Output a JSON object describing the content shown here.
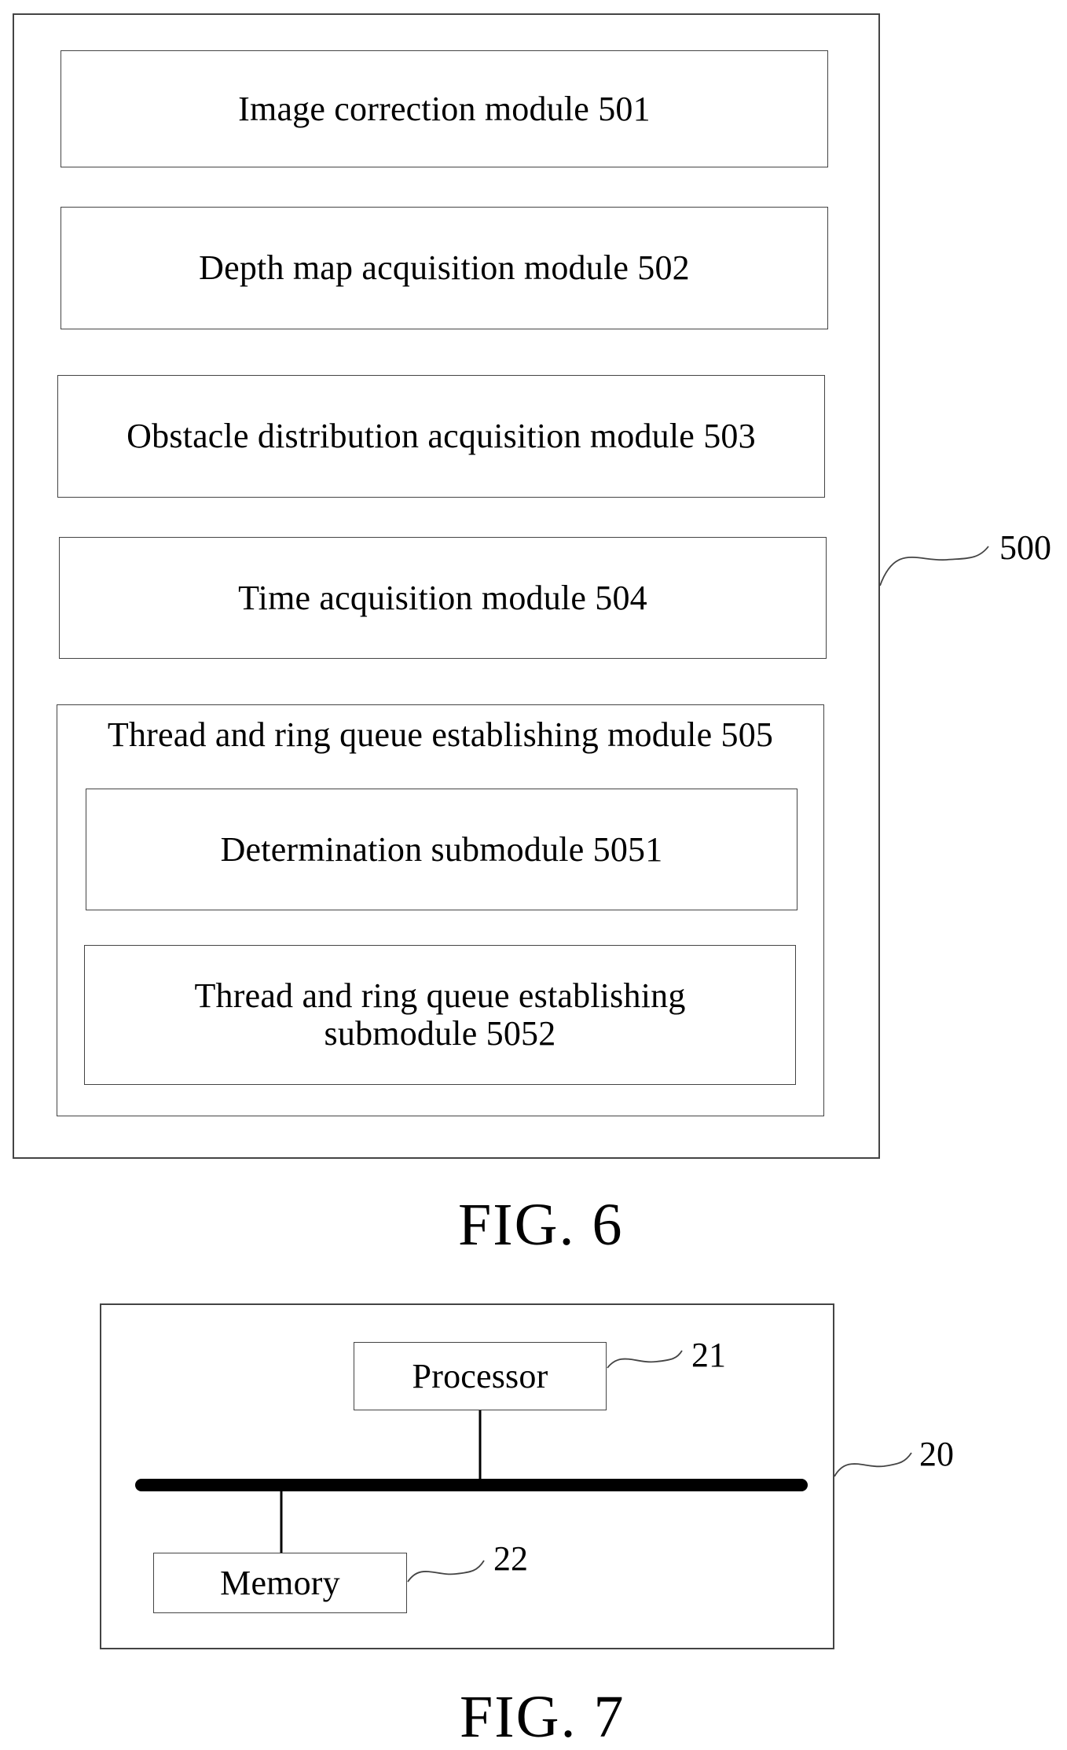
{
  "fig6": {
    "caption": "FIG. 6",
    "container_ref": "500",
    "modules": {
      "m501": "Image correction module 501",
      "m502": "Depth map acquisition module 502",
      "m503": "Obstacle distribution acquisition module 503",
      "m504": "Time acquisition module 504",
      "m505": "Thread and ring queue establishing module 505"
    },
    "submodules": {
      "s5051": "Determination submodule 5051",
      "s5052_line1": "Thread and ring queue establishing",
      "s5052_line2": "submodule 5052"
    }
  },
  "fig7": {
    "caption": "FIG. 7",
    "container_ref": "20",
    "processor": {
      "label": "Processor",
      "ref": "21"
    },
    "memory": {
      "label": "Memory",
      "ref": "22"
    }
  }
}
